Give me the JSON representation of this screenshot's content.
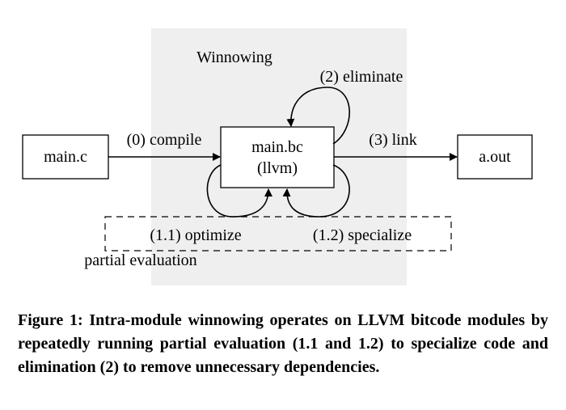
{
  "diagram": {
    "region_label": "Winnowing",
    "nodes": {
      "source": "main.c",
      "bitcode_line1": "main.bc",
      "bitcode_line2": "(llvm)",
      "output": "a.out"
    },
    "edges": {
      "compile": "(0) compile",
      "eliminate": "(2) eliminate",
      "link": "(3) link",
      "optimize": "(1.1) optimize",
      "specialize": "(1.2) specialize"
    },
    "group_label": "partial evaluation"
  },
  "colors": {
    "region_fill": "#efefef"
  },
  "caption": "Figure 1: Intra-module winnowing operates on LLVM bitcode modules by repeatedly running partial evaluation (1.1 and 1.2) to specialize code and elimination (2) to remove unnecessary dependencies."
}
